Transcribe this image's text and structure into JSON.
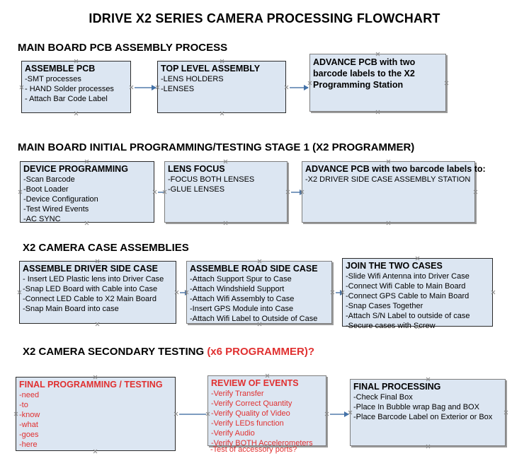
{
  "title": "IDRIVE X2  SERIES CAMERA PROCESSING FLOWCHART",
  "sections": [
    {
      "id": "main-board-pcb-assembly",
      "heading": "MAIN BOARD PCB ASSEMBLY PROCESS",
      "heading_accent": "",
      "boxes": [
        {
          "id": "assemble-pcb",
          "title": "ASSEMBLE PCB",
          "lines": [
            "-SMT processes",
            "- HAND Solder processes",
            "- Attach Bar Code Label"
          ]
        },
        {
          "id": "top-level-assembly",
          "title": "TOP LEVEL ASSEMBLY",
          "lines": [
            "-LENS HOLDERS",
            "-LENSES"
          ]
        },
        {
          "id": "advance-pcb-to-programming-station",
          "title": "ADVANCE PCB with two barcode labels to the  X2 Programming Station",
          "lines": []
        }
      ]
    },
    {
      "id": "main-board-initial-programming",
      "heading": "MAIN BOARD INITIAL PROGRAMMING/TESTING STAGE 1 (X2 PROGRAMMER)",
      "heading_accent": "",
      "boxes": [
        {
          "id": "device-programming",
          "title": "DEVICE PROGRAMMING",
          "lines": [
            "-Scan Barcode",
            "-Boot Loader",
            "-Device Configuration",
            "-Test Wired Events",
            "-AC SYNC"
          ]
        },
        {
          "id": "lens-focus",
          "title": "LENS FOCUS",
          "lines": [
            "-FOCUS BOTH LENSES",
            "-GLUE LENSES"
          ]
        },
        {
          "id": "advance-pcb-to-driver-side-case",
          "title": "ADVANCE PCB with two barcode labels to:",
          "lines": [
            "-X2 DRIVER  SIDE  CASE  ASSEMBLY STATION"
          ]
        }
      ]
    },
    {
      "id": "x2-camera-case-assemblies",
      "heading": "X2 CAMERA CASE ASSEMBLIES",
      "heading_accent": "",
      "boxes": [
        {
          "id": "assemble-driver-side-case",
          "title": "ASSEMBLE DRIVER SIDE CASE",
          "lines": [
            "- Insert LED Plastic lens into Driver Case",
            "-Snap LED Board with Cable into Case",
            "-Connect LED Cable to X2 Main Board",
            "-Snap Main Board into case"
          ]
        },
        {
          "id": "assemble-road-side-case",
          "title": "ASSEMBLE ROAD SIDE CASE",
          "lines": [
            "-Attach Support Spur to Case",
            "-Attach Windshield Support",
            "-Attach Wifi Assembly to Case",
            "-Insert GPS Module into Case",
            "-Attach Wifi Label to Outside of Case"
          ]
        },
        {
          "id": "join-the-two-cases",
          "title": "JOIN THE TWO CASES",
          "lines": [
            "-Slide Wifi Antenna into Driver Case",
            "-Connect Wifi Cable to Main Board",
            "-Connect GPS Cable to Main Board",
            "-Snap Cases Together",
            "-Attach S/N Label to outside of case",
            "-Secure cases with Screw"
          ]
        }
      ]
    },
    {
      "id": "x2-camera-secondary-testing",
      "heading": "X2 CAMERA SECONDARY TESTING ",
      "heading_accent": "(x6 PROGRAMMER)?",
      "boxes": [
        {
          "id": "final-programming-testing",
          "title": "FINAL PROGRAMMING / TESTING",
          "lines": [
            "-need",
            "-to",
            "-know",
            "-what",
            "-goes",
            "-here"
          ]
        },
        {
          "id": "review-of-events",
          "title": "REVIEW OF EVENTS",
          "lines": [
            "-Verify Transfer",
            "-Verify Correct Quantity",
            "-Verify Quality of Video",
            "-Verify LEDs function",
            "-Verify Audio",
            "-Verify BOTH Accelerometers"
          ],
          "overflow_line": "-Test of accessory ports?"
        },
        {
          "id": "final-processing",
          "title": "FINAL PROCESSING",
          "lines": [
            "-Check Final Box",
            "-Place In Bubble wrap Bag and BOX",
            "-Place Barcode Label on Exterior or Box"
          ]
        }
      ]
    }
  ],
  "colors": {
    "box_fill": "#dce6f2",
    "box_border": "#2b2b2b",
    "connector": "#7d9cc0",
    "arrow_head": "#4472a8",
    "accent_red": "#e03030",
    "text": "#000000"
  }
}
